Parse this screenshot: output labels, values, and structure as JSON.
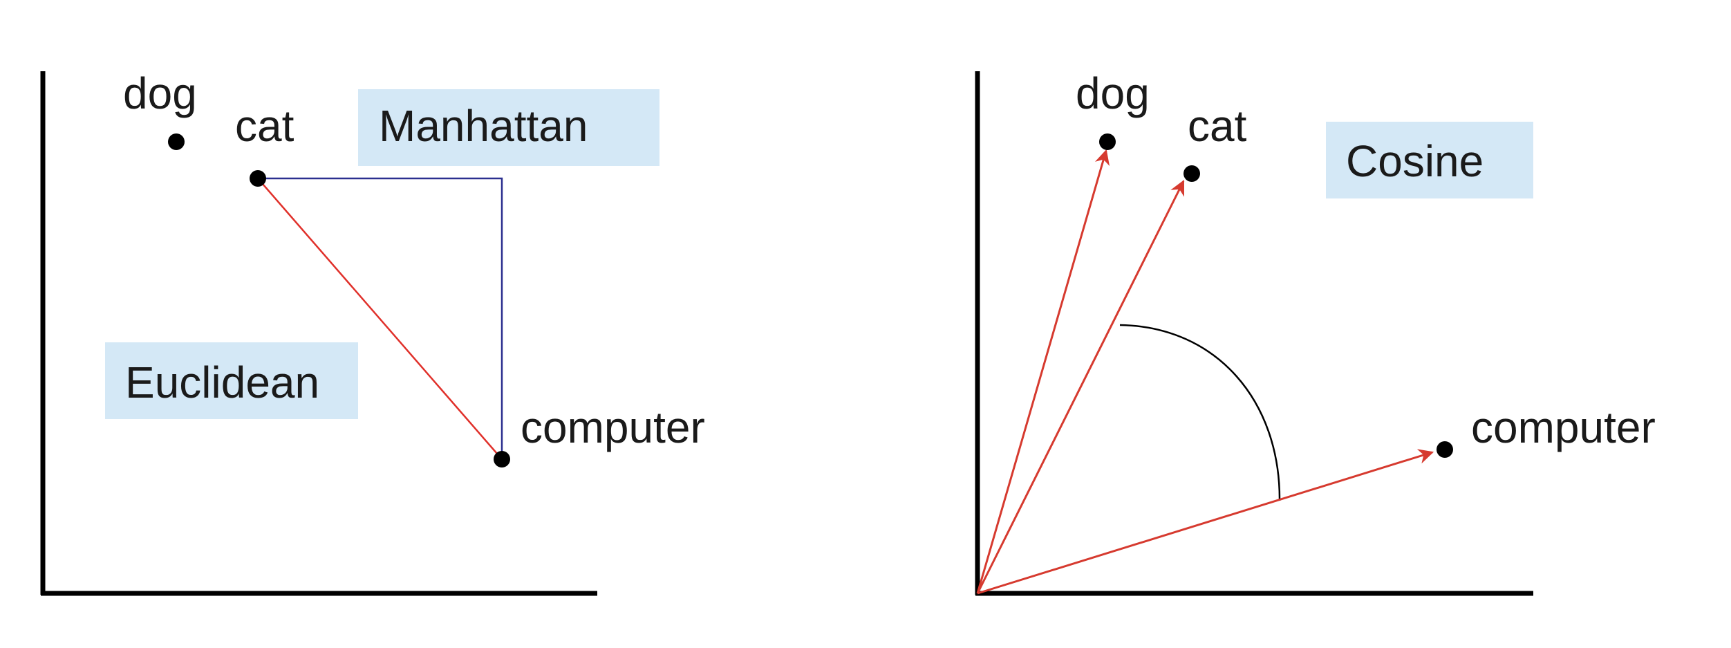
{
  "colors": {
    "axis": "#000000",
    "point": "#000000",
    "euclidean_line": "#e0302a",
    "manhattan_line": "#2b2f8f",
    "vector": "#d63a2f",
    "label_box": "#d4e8f6",
    "text": "#1a1a1a"
  },
  "left_panel": {
    "points": {
      "dog": "dog",
      "cat": "cat",
      "computer": "computer"
    },
    "euclidean_label": "Euclidean",
    "manhattan_label": "Manhattan"
  },
  "right_panel": {
    "points": {
      "dog": "dog",
      "cat": "cat",
      "computer": "computer"
    },
    "cosine_label": "Cosine"
  }
}
